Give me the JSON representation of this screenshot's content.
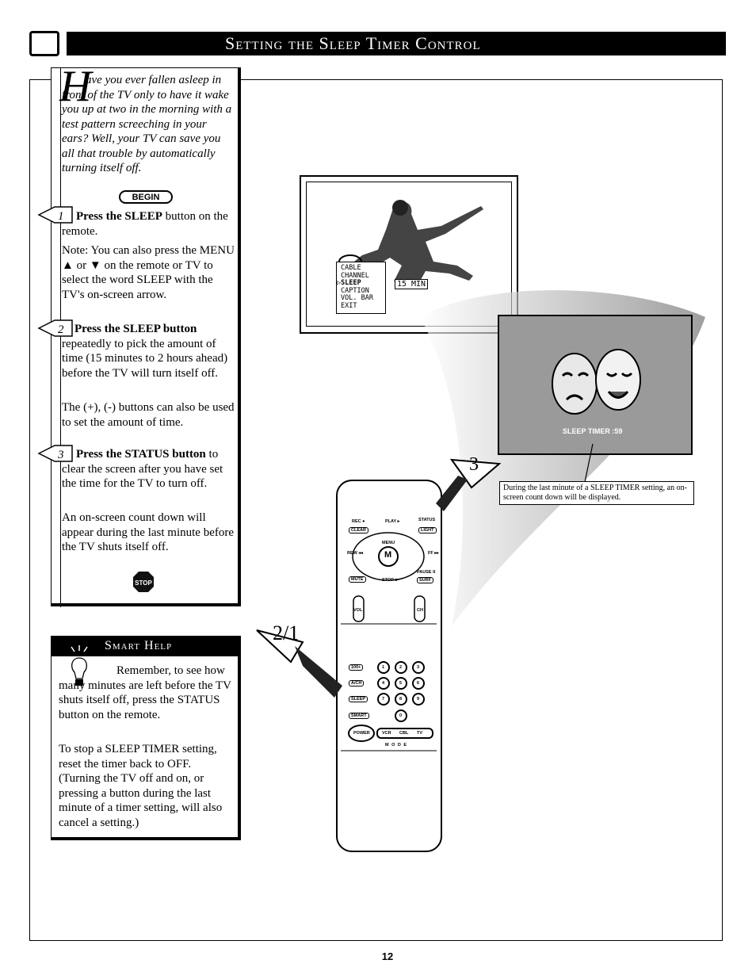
{
  "header": {
    "title": "Setting the Sleep Timer Control"
  },
  "intro": {
    "drop_cap": "H",
    "text": "ave you ever fallen asleep in front of the TV only to have it wake you up at two in the morning with a test pattern screeching in your ears? Well, your TV can save you all that trouble by automatically turning itself off.",
    "begin_label": "BEGIN"
  },
  "steps": [
    {
      "number": "1",
      "bold": "Press the SLEEP",
      "rest": " button on the remote.",
      "note": "Note: You can also press the MENU ▲ or ▼ on the remote or TV to select the word SLEEP with the TV's on-screen arrow."
    },
    {
      "number": "2",
      "bold": "Press the SLEEP button",
      "rest": " repeatedly to pick the amount of time (15 minutes to 2 hours ahead) before the TV will turn itself off.",
      "note": "The (+), (-) buttons can also be used to set the amount of time."
    },
    {
      "number": "3",
      "bold": "Press the STATUS button",
      "rest": " to clear the screen after you have set the time for the TV to turn off.",
      "note": "An on-screen count down will appear during the last minute before the TV shuts itself off."
    }
  ],
  "stop_label": "STOP",
  "smart_help": {
    "title": "Smart Help",
    "para1": "Remember, to see how many minutes are left before the TV shuts itself off, press the STATUS button on the remote.",
    "para2": "To stop a SLEEP TIMER setting, reset the timer back to OFF. (Turning the TV off and on, or pressing a button during the last minute of a timer setting, will also cancel a setting.)"
  },
  "tv_menu": {
    "items": [
      "CABLE",
      "CHANNEL",
      "SLEEP",
      "CAPTION",
      "VOL. BAR",
      "EXIT"
    ],
    "selected_value": "15 MIN"
  },
  "tv2": {
    "osd": "SLEEP TIMER :59"
  },
  "caption": "During the last minute of a SLEEP TIMER setting, an on-screen count down will be displayed.",
  "callouts": {
    "left": "2/1",
    "right": "3"
  },
  "remote": {
    "top_labels": [
      "REC ●",
      "PLAY ▸",
      "STATUS"
    ],
    "buttons_row1": [
      "CLEAR",
      "LIGHT"
    ],
    "side_labels": [
      "REW ◂◂",
      "FF ▸▸"
    ],
    "center": "M",
    "menu_label": "MENU",
    "buttons_row2": [
      "MUTE",
      "STOP ■",
      "PAUSE II",
      "SURF"
    ],
    "rockers": [
      "VOL",
      "CH"
    ],
    "keypad_left": [
      "100+",
      "A/CH",
      "SLEEP",
      "SMART"
    ],
    "digits": [
      "1",
      "2",
      "3",
      "4",
      "5",
      "6",
      "7",
      "8",
      "9",
      "0"
    ],
    "bottom": [
      "POWER",
      "VCR",
      "CBL",
      "TV"
    ],
    "mode_label": "M O D E"
  },
  "page_number": "12"
}
